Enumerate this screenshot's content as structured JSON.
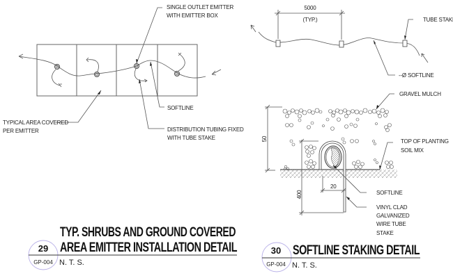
{
  "detail_29": {
    "number": "29",
    "sheet_ref": "GP-004",
    "title_line1": "TYP. SHRUBS AND GROUND COVERED",
    "title_line2": "AREA EMITTER INSTALLATION DETAIL",
    "scale": "N. T. S.",
    "labels": {
      "single_outlet_1": "SINGLE OUTLET EMITTER",
      "single_outlet_2": "WITH EMITTER BOX",
      "softline": "SOFTLINE",
      "distribution_1": "DISTRIBUTION TUBING FIXED",
      "distribution_2": "WITH TUBE STAKE",
      "typical_area_1": "TYPICAL AREA COVERED",
      "typical_area_2": "PER EMITTER"
    }
  },
  "detail_30": {
    "number": "30",
    "sheet_ref": "GP-004",
    "title": "SOFTLINE STAKING DETAIL",
    "scale": "N. T. S.",
    "plan_labels": {
      "spacing": "5000",
      "spacing_note": "(TYP.)",
      "tube_stake": "TUBE STAKE",
      "softline": "--Ø SOFTLINE"
    },
    "section_labels": {
      "gravel_mulch": "GRAVEL MULCH",
      "top_planting_1": "TOP OF PLANTING",
      "top_planting_2": "SOIL MIX",
      "softline": "SOFTLINE",
      "vinyl_1": "VINYL CLAD",
      "vinyl_2": "GALVANIZED",
      "vinyl_3": "WIRE TUBE",
      "vinyl_4": "STAKE",
      "dim_50": "50",
      "dim_20": "20",
      "dim_400": "400"
    }
  },
  "colors": {
    "line": "#555555",
    "text": "#222222",
    "badge_circle": "#b8b0e8"
  }
}
